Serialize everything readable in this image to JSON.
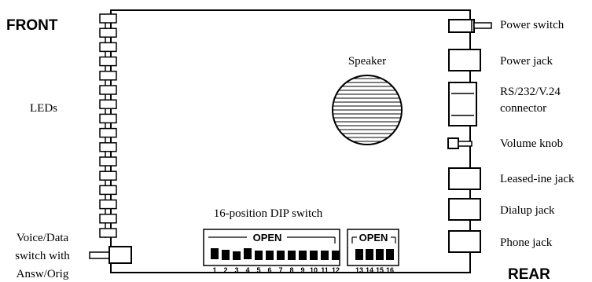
{
  "labels": {
    "front": "FRONT",
    "rear": "REAR",
    "leds": "LEDs",
    "speaker": "Speaker",
    "dip_switch": "16-position DIP switch",
    "voice_data_line1": "Voice/Data",
    "voice_data_line2": "switch with",
    "voice_data_line3": "Answ/Orig",
    "power_switch": "Power switch",
    "power_jack": "Power jack",
    "rs232_line1": "RS/232/V.24",
    "rs232_line2": "connector",
    "volume_knob": "Volume knob",
    "leased_line_jack": "Leased-ine jack",
    "dialup_jack": "Dialup jack",
    "phone_jack": "Phone jack",
    "open_left": "OPEN",
    "open_right": "OPEN"
  },
  "dip_numbers_left": [
    "1",
    "2",
    "3",
    "4",
    "5",
    "6",
    "7",
    "8",
    "9",
    "10",
    "11",
    "12"
  ],
  "dip_numbers_right": [
    "13",
    "14",
    "15",
    "16"
  ],
  "led_count": 16,
  "colors": {
    "line": "#000000",
    "background": "#ffffff"
  }
}
